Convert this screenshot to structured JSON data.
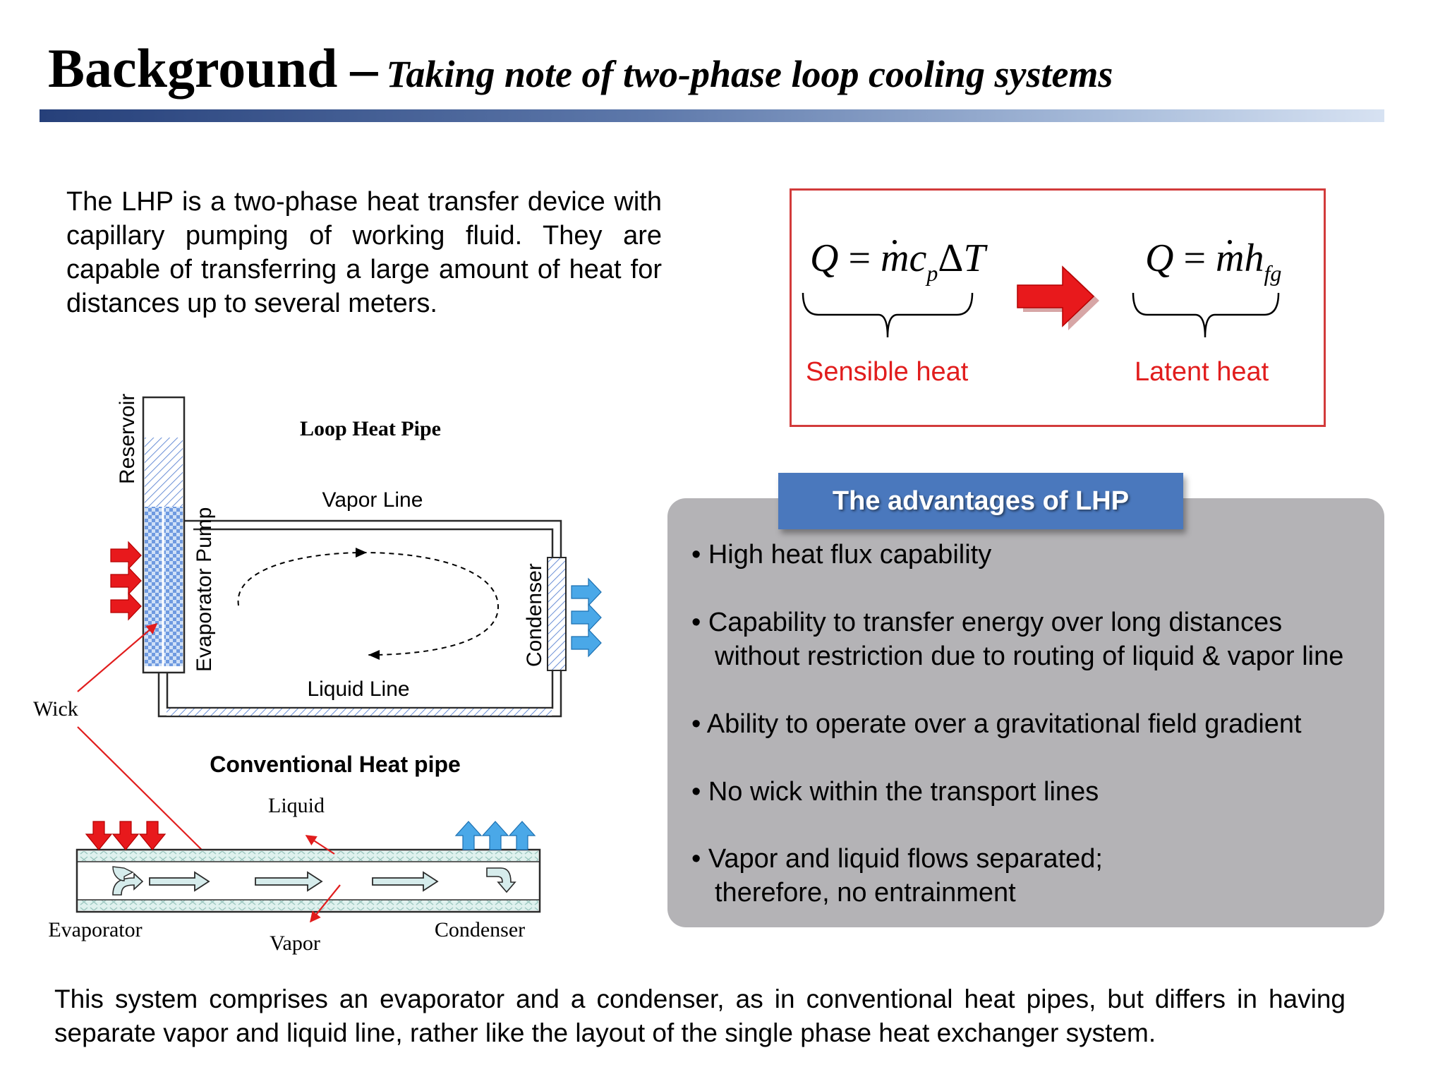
{
  "title": {
    "main": "Background",
    "dash": "–",
    "subtitle": "Taking note of  two-phase loop cooling systems"
  },
  "intro": "The LHP is a two-phase heat transfer device with capillary pumping of working fluid. They are capable of transferring a large amount of heat for distances up to several meters.",
  "equations": {
    "sensible": {
      "label": "Sensible heat"
    },
    "latent": {
      "label": "Latent heat"
    }
  },
  "lhp_diagram": {
    "title": "Loop Heat Pipe",
    "reservoir": "Reservoir",
    "evaporator_pump": "Evaporator Pump",
    "vapor_line": "Vapor Line",
    "liquid_line": "Liquid Line",
    "condenser": "Condenser",
    "wick": "Wick"
  },
  "conventional_diagram": {
    "title": "Conventional Heat pipe",
    "liquid": "Liquid",
    "vapor": "Vapor",
    "evaporator": "Evaporator",
    "condenser": "Condenser"
  },
  "advantages": {
    "title": "The advantages of LHP",
    "items": [
      {
        "line1": "• High heat flux capability",
        "line2": ""
      },
      {
        "line1": "• Capability to transfer energy over long distances",
        "line2": "without restriction due to routing of liquid & vapor line"
      },
      {
        "line1": "• Ability to operate over a gravitational field gradient",
        "line2": ""
      },
      {
        "line1": "• No wick within the transport lines",
        "line2": ""
      },
      {
        "line1": "• Vapor and liquid flows separated;",
        "line2": "therefore, no entrainment"
      }
    ]
  },
  "bottom_text": "This system comprises an evaporator and a condenser, as in conventional heat pipes, but differs in having separate vapor and liquid line, rather like the layout of the single phase heat exchanger system.",
  "colors": {
    "heat_in": "#e8191c",
    "heat_out": "#4aa8e8",
    "wick_fill": "#8fb4e8",
    "annotation_red": "#e11d1d",
    "advantages_panel": "#b4b3b6",
    "advantages_tab": "#4a78bd"
  }
}
